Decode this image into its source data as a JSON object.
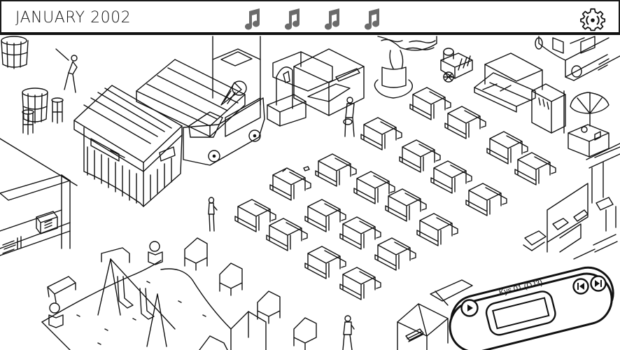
{
  "header": {
    "title": "JANUARY 2002",
    "collectibles": [
      {
        "icon": "music-note-icon",
        "collected": false
      },
      {
        "icon": "music-note-icon",
        "collected": false
      },
      {
        "icon": "music-note-icon",
        "collected": false
      },
      {
        "icon": "music-note-icon",
        "collected": false
      }
    ],
    "settings_icon": "gear-icon"
  },
  "scene": {
    "style": "black-and-white isometric line drawing",
    "description": "outdoor festival / food court with picnic tables, food stalls, food truck, van, swings and people"
  },
  "player": {
    "track_label": "Kys 01 (DJ3)",
    "buttons": {
      "play": "play-icon",
      "previous": "previous-track-icon",
      "next": "next-track-icon"
    }
  },
  "colors": {
    "ink": "#111111",
    "background": "#ffffff",
    "note_gray": "#6b6b6b"
  }
}
